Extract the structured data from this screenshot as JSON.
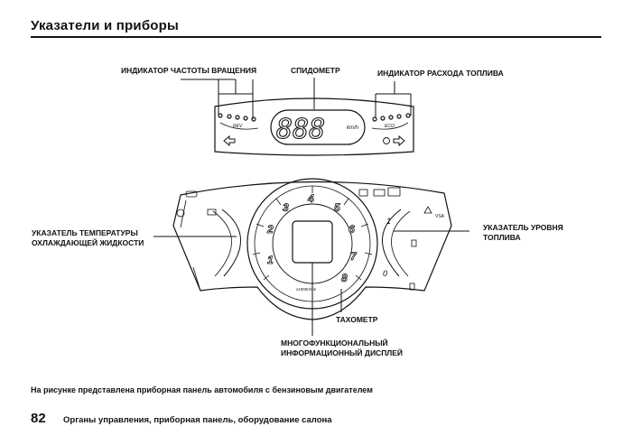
{
  "header": {
    "title": "Указатели и приборы"
  },
  "figure": {
    "labels": {
      "rev_indicator": "ИНДИКАТОР ЧАСТОТЫ ВРАЩЕНИЯ",
      "speedometer": "СПИДОМЕТР",
      "fuel_consumption_indicator": "ИНДИКАТОР РАСХОДА ТОПЛИВА",
      "coolant_temp_line1": "УКАЗАТЕЛЬ ТЕМПЕРАТУРЫ",
      "coolant_temp_line2": "ОХЛАЖДАЮЩЕЙ ЖИДКОСТИ",
      "fuel_level_line1": "УКАЗАТЕЛЬ УРОВНЯ",
      "fuel_level_line2": "ТОПЛИВА",
      "tachometer": "ТАХОМЕТР",
      "mid_line1": "МНОГОФУНКЦИОНАЛЬНЫЙ",
      "mid_line2": "ИНФОРМАЦИОННЫЙ ДИСПЛЕЙ"
    },
    "upper_display": {
      "digits": "888",
      "unit": "km/h",
      "rev_text": "REV",
      "eco_text": "ECO"
    },
    "tacho_numbers": [
      "1",
      "2",
      "3",
      "4",
      "5",
      "6",
      "7",
      "8"
    ],
    "tacho_unit": "x1000r/min",
    "fuel_scale": [
      "1",
      "0"
    ],
    "vsa_text": "VSA"
  },
  "caption": "На рисунке представлена приборная панель автомобиля с бензиновым двигателем",
  "footer": {
    "page_number": "82",
    "section": "Органы управления, приборная панель, оборудование салона"
  },
  "colors": {
    "ink": "#111111",
    "background": "#ffffff"
  }
}
